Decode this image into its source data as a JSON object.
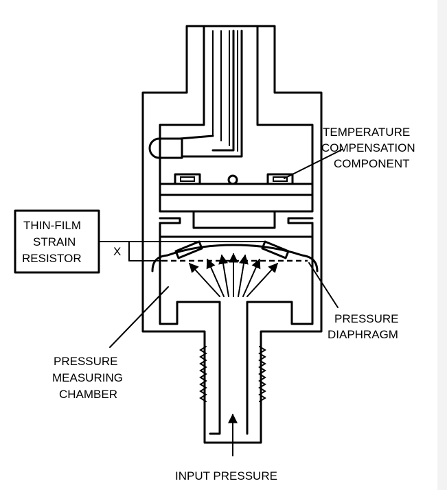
{
  "labels": {
    "temperature": [
      "TEMPERATURE",
      "COMPENSATION",
      "COMPONENT"
    ],
    "strain_resistor": [
      "THIN-FILM",
      "STRAIN",
      "RESISTOR"
    ],
    "gap": "X",
    "diaphragm": [
      "PRESSURE",
      "DIAPHRAGM"
    ],
    "chamber": [
      "PRESSURE",
      "MEASURING",
      "CHAMBER"
    ],
    "input": "INPUT PRESSURE"
  }
}
